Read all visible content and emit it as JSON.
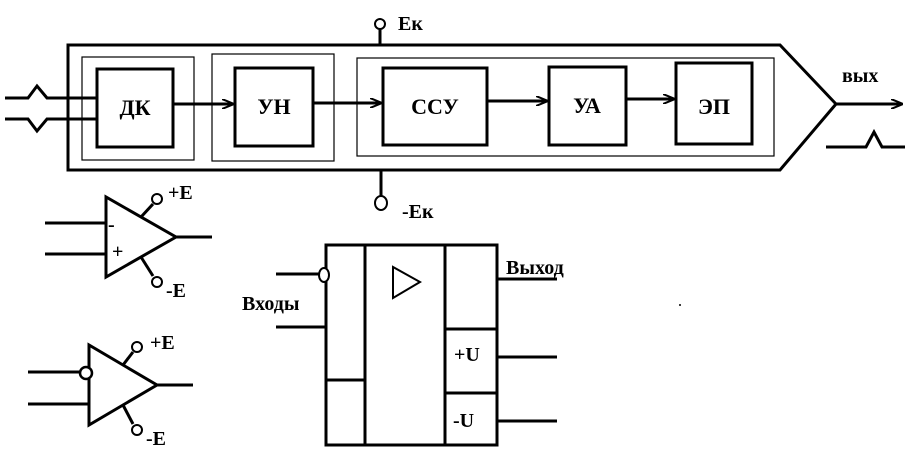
{
  "block_diagram": {
    "blocks": [
      "ДК",
      "УН",
      "ССУ",
      "УА",
      "ЭП"
    ],
    "supply_pos": "Ек",
    "supply_neg": "-Ек",
    "output": "вых"
  },
  "opamp_1": {
    "minus": "-",
    "plus": "+",
    "supply_pos": "+E",
    "supply_neg": "-E"
  },
  "opamp_2": {
    "supply_pos": "+E",
    "supply_neg": "-E"
  },
  "opamp_3": {
    "inputs": "Входы",
    "output": "Выход",
    "pin_pos": "+U",
    "pin_neg": "-U"
  }
}
